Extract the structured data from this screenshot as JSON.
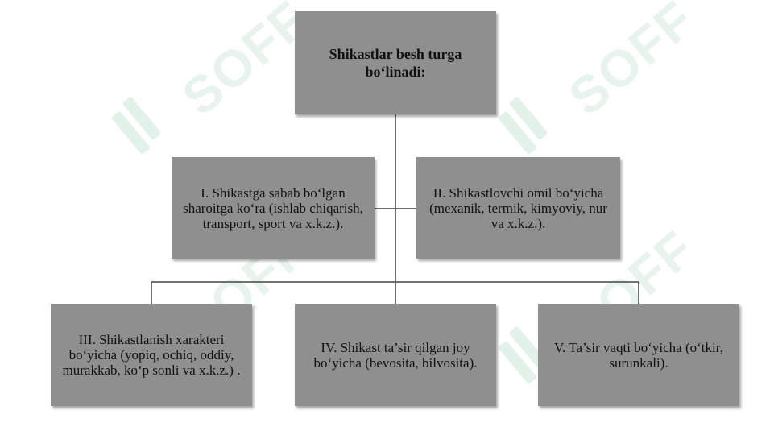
{
  "watermark": "SOFF",
  "colors": {
    "box": "#8f8f8f",
    "line": "#444444",
    "watermark": "#e7f3ec"
  },
  "root": {
    "text": "Shikastlar besh turga bo‘linadi:"
  },
  "categories": [
    {
      "text": "I. Shikastga sabab bo‘lgan sharoitga ko‘ra (ishlab chiqarish, transport, sport va x.k.z.)."
    },
    {
      "text": "II. Shikastlovchi omil bo‘yicha (mexanik, termik, kimyoviy, nur va x.k.z.)."
    },
    {
      "text": "III. Shikastlanish xarakteri bo‘yicha (yopiq, ochiq, oddiy, murakkab, ko‘p sonli va x.k.z.) ."
    },
    {
      "text": "IV. Shikast ta’sir qilgan joy bo‘yicha (bevosita, bilvosita)."
    },
    {
      "text": "V. Ta’sir vaqti bo‘yicha (o‘tkir, surunkali)."
    }
  ]
}
